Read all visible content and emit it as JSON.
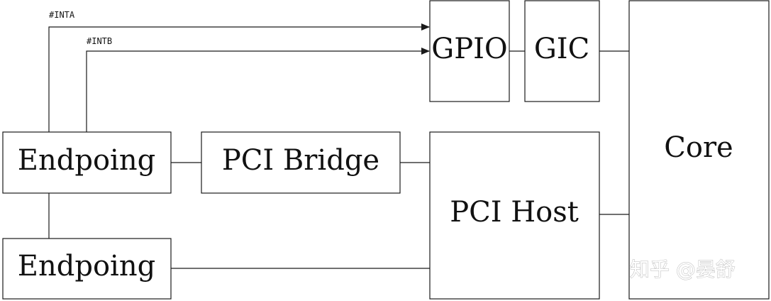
{
  "signals": {
    "inta": "#INTA",
    "intb": "#INTB"
  },
  "blocks": {
    "gpio": "GPIO",
    "gic": "GIC",
    "core": "Core",
    "endpoint_top": "Endpoing",
    "pci_bridge": "PCI Bridge",
    "pci_host": "PCI Host",
    "endpoint_bottom": "Endpoing"
  },
  "watermark": "知乎 @晏舒",
  "colors": {
    "stroke": "#1a1a1a",
    "text": "#111111",
    "watermark": "#b9b9b9"
  }
}
